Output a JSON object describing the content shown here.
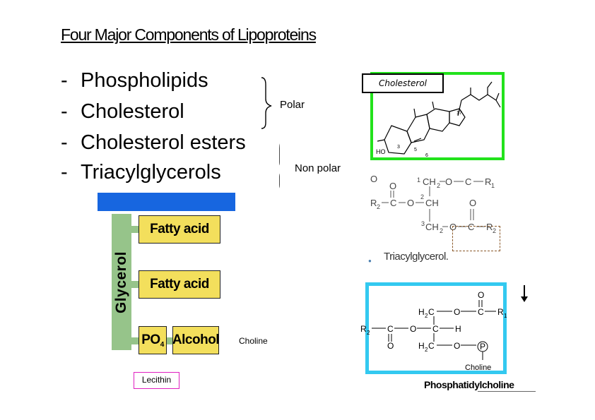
{
  "title": "Four Major Components of Lipoproteins",
  "bullets": [
    {
      "dash": "-",
      "label": "Phospholipids"
    },
    {
      "dash": "-",
      "label": "Cholesterol"
    },
    {
      "dash": "-",
      "label": "Cholesterol esters"
    },
    {
      "dash": "-",
      "label": "Triacylglycerols"
    }
  ],
  "brackets": {
    "polar": "Polar",
    "nonpolar": "Non polar"
  },
  "cholesterol_box": {
    "label": "Cholesterol",
    "border_color": "#22e21c"
  },
  "phospholipid_diagram": {
    "backbone_label": "Glycerol",
    "fatty_acid_1": "Fatty acid",
    "fatty_acid_2": "Fatty acid",
    "phosphate": "PO",
    "phosphate_sub": "4",
    "alcohol": "Alcohol",
    "choline_label": "Choline",
    "lecithin_label": "Lecithin",
    "colors": {
      "bar": "#1766e0",
      "backbone": "#96c48a",
      "cells": "#f3df5c"
    }
  },
  "triacylglycerol": {
    "caption": "Triacylglycerol.",
    "atoms": {
      "o_top1": "O",
      "o_top2": "O",
      "c_top": "C",
      "ch2_top": "CH",
      "ch2_sub": "2",
      "pos1": "1",
      "r1": "R",
      "r1_sub": "1",
      "pos2": "2",
      "r2": "R",
      "r2_sub": "2",
      "c_mid": "C",
      "o_mid": "O",
      "ch_mid": "CH",
      "o_right": "O",
      "pos3": "3",
      "ch2_bot": "CH",
      "ch2_bot_sub": "2",
      "o_bot": "O",
      "c_bot": "C",
      "r3": "R",
      "r3_sub": "2",
      "o_left_dbl": "O"
    }
  },
  "phosphatidylcholine": {
    "caption": "Phosphatidylcholine",
    "choline_label": "Choline",
    "border_color": "#33c9f0",
    "atoms": {
      "o_top": "O",
      "h2c_top": "H",
      "h2c_top_sub": "2",
      "c_top": "C",
      "o_top_link": "O",
      "c_ester_top": "C",
      "r1": "R",
      "r1_sub": "1",
      "r2": "R",
      "r2_sub": "2",
      "c_ester_mid": "C",
      "o_mid": "O",
      "c_mid": "C",
      "h_mid": "H",
      "o_left": "O",
      "h2c_bot": "H",
      "h2c_bot_sub": "2",
      "c_bot": "C",
      "o_bot": "O",
      "p": "P"
    }
  },
  "cholesterol_structure": {
    "label_17": "17",
    "label_3": "3",
    "label_5": "5",
    "label_6": "6",
    "ho": "HO"
  }
}
